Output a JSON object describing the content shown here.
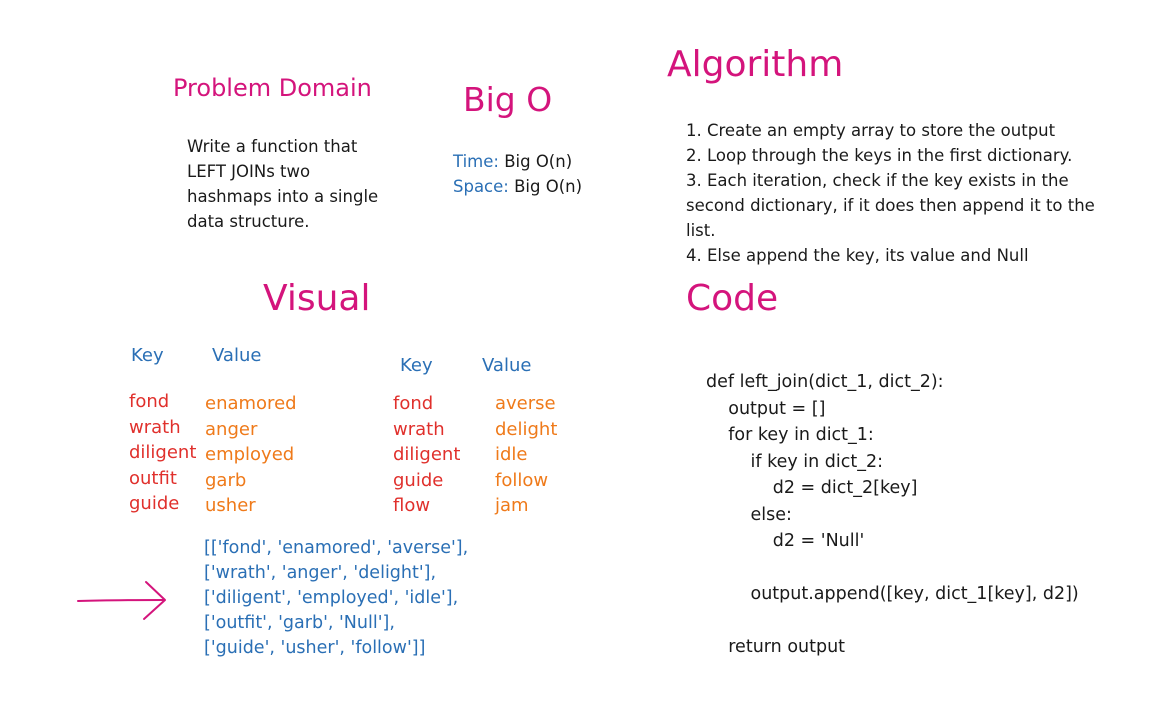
{
  "problem": {
    "heading": "Problem Domain",
    "lines": [
      "Write a function that",
      "LEFT JOINs two",
      "hashmaps into a single",
      "data structure."
    ]
  },
  "bigo": {
    "heading": "Big O",
    "time_label": "Time:",
    "time_value": " Big O(n)",
    "space_label": "Space:",
    "space_value": " Big O(n)"
  },
  "algorithm": {
    "heading": "Algorithm",
    "lines": [
      "1. Create an empty array to store the output",
      "2. Loop through the keys in the first dictionary.",
      "3. Each iteration, check if the key exists in the",
      "second dictionary, if it does then append it to the",
      "list.",
      "4. Else append the key, its value and Null"
    ]
  },
  "visual": {
    "heading": "Visual",
    "table1": {
      "key_header": "Key",
      "value_header": "Value",
      "keys": [
        "fond",
        "wrath",
        "diligent",
        "outfit",
        "guide"
      ],
      "values": [
        "enamored",
        "anger",
        "employed",
        "garb",
        "usher"
      ]
    },
    "table2": {
      "key_header": "Key",
      "value_header": "Value",
      "keys": [
        "fond",
        "wrath",
        "diligent",
        "guide",
        "flow"
      ],
      "values": [
        "averse",
        "delight",
        "idle",
        "follow",
        "jam"
      ]
    },
    "result_lines": [
      "[['fond', 'enamored', 'averse'],",
      "['wrath', 'anger', 'delight'],",
      "['diligent', 'employed', 'idle'],",
      "['outfit', 'garb', 'Null'],",
      "['guide', 'usher', 'follow']]"
    ]
  },
  "code": {
    "heading": "Code",
    "lines": [
      "def left_join(dict_1, dict_2):",
      "    output = []",
      "    for key in dict_1:",
      "        if key in dict_2:",
      "            d2 = dict_2[key]",
      "        else:",
      "            d2 = 'Null'",
      "",
      "        output.append([key, dict_1[key], d2])",
      "",
      "    return output"
    ]
  },
  "colors": {
    "heading": "#d4147c",
    "label_blue": "#2a6fb5",
    "key_red": "#e0302c",
    "value_orange": "#ef7a1a"
  },
  "icons": {
    "arrow": "right-arrow-icon"
  }
}
